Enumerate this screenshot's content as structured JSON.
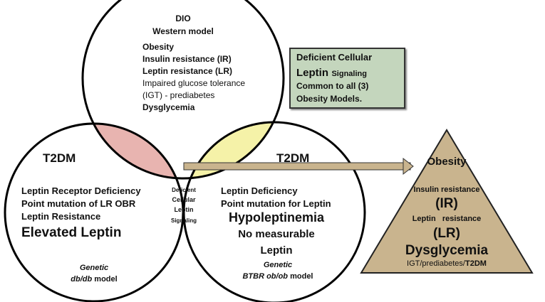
{
  "top_circle": {
    "line1": "DIO",
    "line2": "Western model",
    "items": [
      {
        "text": "Obesity",
        "bold": true
      },
      {
        "text": "Insulin resistance (IR)",
        "bold": true
      },
      {
        "text": "Leptin resistance  (LR)",
        "bold": true
      },
      {
        "text": "Impaired glucose tolerance",
        "bold": false
      },
      {
        "text": "(IGT) - prediabetes",
        "bold": false
      },
      {
        "text": "Dysglycemia",
        "bold": true
      }
    ]
  },
  "info_box": {
    "line1": "Deficient Cellular",
    "line2a": "Leptin",
    "line2b": "Signaling",
    "line3": "Common to all (3)",
    "line4": "Obesity Models."
  },
  "left_circle": {
    "heading": "T2DM",
    "line1": "Leptin Receptor Deficiency",
    "line2": "Point mutation of LR OBR",
    "line3": "Leptin Resistance",
    "line4": "Elevated Leptin",
    "genetic": "Genetic",
    "model_a": "db/db",
    "model_b": "model"
  },
  "right_circle": {
    "heading": "T2DM",
    "line1": "Leptin Deficiency",
    "line2": "Point mutation for Leptin",
    "line3": "Hypoleptinemia",
    "line4": "No measurable",
    "line5": "Leptin",
    "genetic": "Genetic",
    "model_a": "BTBR ob/ob",
    "model_b": "model"
  },
  "center": {
    "line1": "Deficient",
    "line2": "Cellular",
    "line3": "Leptin",
    "line4": "Signaling"
  },
  "triangle": {
    "line1": "Obesity",
    "line2": "Insulin resistance",
    "line3": "(IR)",
    "line4a": "Leptin",
    "line4b": "resistance",
    "line5": "(LR)",
    "line6": "Dysglycemia",
    "line7a": "IGT/prediabetes/",
    "line7b": "T2DM"
  },
  "colors": {
    "overlap_top_left": "#e8b4b0",
    "overlap_top_right": "#f5f2a8",
    "overlap_center": "#c1d4bc",
    "triangle_fill": "#c9b48e",
    "info_box_fill": "#c4d6bd",
    "arrow_fill": "#c9b48e"
  }
}
